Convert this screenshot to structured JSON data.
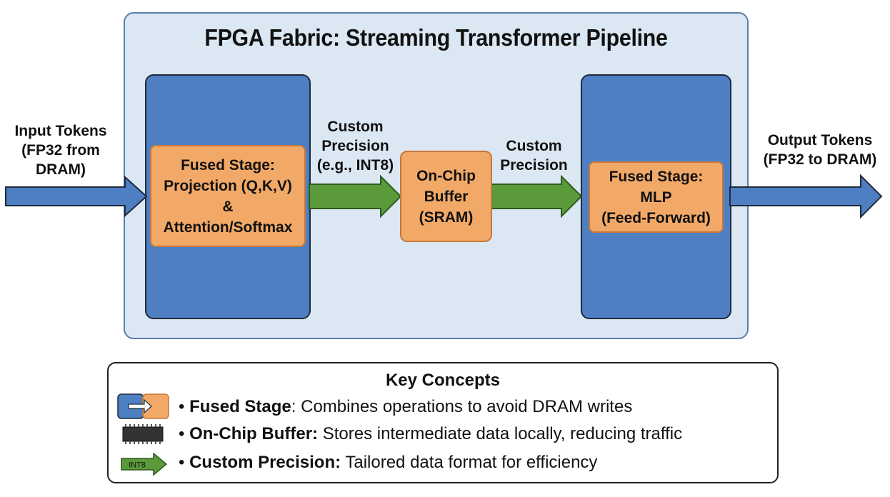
{
  "fabric": {
    "title": "FPGA Fabric: Streaming Transformer Pipeline"
  },
  "input": {
    "label_lines": [
      "Input Tokens",
      "(FP32 from",
      "DRAM)"
    ]
  },
  "output": {
    "label_lines": [
      "Output Tokens",
      "(FP32 to DRAM)"
    ]
  },
  "stage1": {
    "lines": [
      "Fused Stage:",
      "Projection (Q,K,V)",
      "&",
      "Attention/Softmax"
    ]
  },
  "link1": {
    "label_lines": [
      "Custom",
      "Precision",
      "(e.g., INT8)"
    ]
  },
  "buffer": {
    "lines": [
      "On-Chip",
      "Buffer",
      "(SRAM)"
    ]
  },
  "link2": {
    "label_lines": [
      "Custom",
      "Precision"
    ]
  },
  "stage2": {
    "lines": [
      "Fused Stage:",
      "MLP",
      "(Feed-Forward)"
    ]
  },
  "legend": {
    "title": "Key Concepts",
    "items": [
      {
        "term": "Fused Stage",
        "sep": ":",
        "desc": " Combines operations to avoid DRAM writes",
        "icon": "fused-stage-icon"
      },
      {
        "term": "On-Chip Buffer:",
        "sep": "",
        "desc": " Stores intermediate data locally, reducing traffic",
        "icon": "chip-icon"
      },
      {
        "term": "Custom Precision:",
        "sep": "",
        "desc": " Tailored data format for efficiency",
        "icon": "int8-arrow-icon"
      }
    ],
    "int8_tag": "INT8",
    "bullet": "•"
  },
  "colors": {
    "fabric_bg": "#dbe7f3",
    "block_blue": "#4e7fc3",
    "stage_orange": "#f2a968",
    "arrow_green": "#5a9a3a",
    "arrow_blue": "#4e7fc3"
  }
}
